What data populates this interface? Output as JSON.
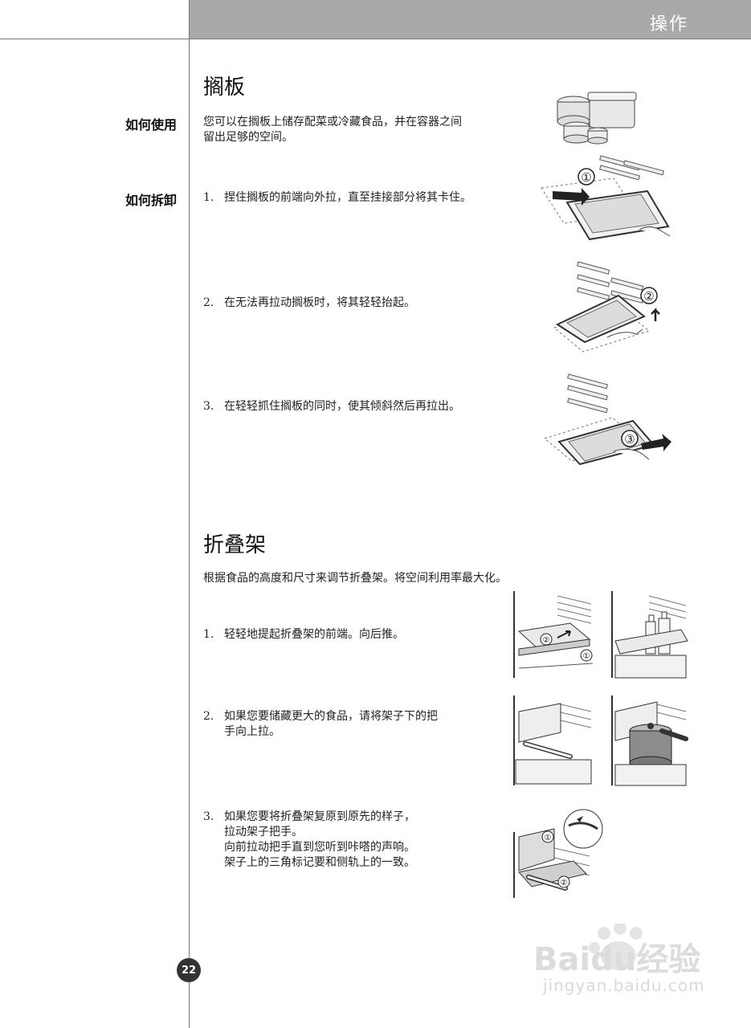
{
  "header": {
    "title": "操作"
  },
  "sections": {
    "shelf": {
      "title": "搁板",
      "how_to_use_label": "如何使用",
      "how_to_use_text": [
        "您可以在搁板上储存配菜或冷藏食品，并在容器之间",
        "留出足够的空间。"
      ],
      "how_to_remove_label": "如何拆卸",
      "steps": [
        {
          "num": "1.",
          "text": "捏住搁板的前端向外拉，直至挂接部分将其卡住。"
        },
        {
          "num": "2.",
          "text": "在无法再拉动搁板时，将其轻轻抬起。"
        },
        {
          "num": "3.",
          "text": "在轻轻抓住搁板的同时，使其倾斜然后再拉出。"
        }
      ],
      "markers": [
        "①",
        "②",
        "③"
      ]
    },
    "fold": {
      "title": "折叠架",
      "intro": "根据食品的高度和尺寸来调节折叠架。将空间利用率最大化。",
      "steps": [
        {
          "num": "1.",
          "lines": [
            "轻轻地提起折叠架的前端。向后推。"
          ]
        },
        {
          "num": "2.",
          "lines": [
            "如果您要储藏更大的食品，请将架子下的把",
            "手向上拉。"
          ]
        },
        {
          "num": "3.",
          "lines": [
            "如果您要将折叠架复原到原先的样子，",
            "拉动架子把手。",
            "向前拉动把手直到您听到咔嗒的声响。",
            "架子上的三角标记要和侧轨上的一致。"
          ]
        }
      ]
    }
  },
  "page_number": "22",
  "watermark": {
    "brand": "Baidu经验",
    "url": "jingyan.baidu.com"
  }
}
